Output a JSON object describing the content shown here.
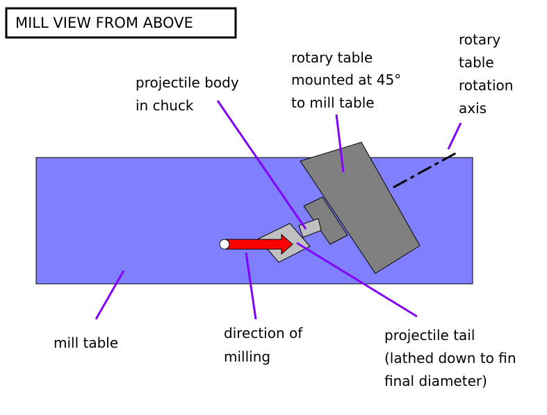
{
  "title": "MILL VIEW FROM ABOVE",
  "labels": {
    "projectile_body": [
      "projectile body",
      "in chuck"
    ],
    "rotary_table": [
      "rotary table",
      "mounted at 45°",
      "to mill table"
    ],
    "rotation_axis": [
      "rotary",
      "table",
      "rotation",
      "axis"
    ],
    "mill_table": [
      "mill table"
    ],
    "direction": [
      "direction of",
      "milling"
    ],
    "projectile_tail": [
      "projectile tail",
      "(lathed down to fin",
      "final diameter)"
    ]
  },
  "colors": {
    "mill_table": "#8080ff",
    "rotary_table": "#808080",
    "chuck": "#808080",
    "tail": "#c0c0c0",
    "arrow": "#ff0000",
    "leader": "#8000ff",
    "axis_line": "#000000"
  }
}
